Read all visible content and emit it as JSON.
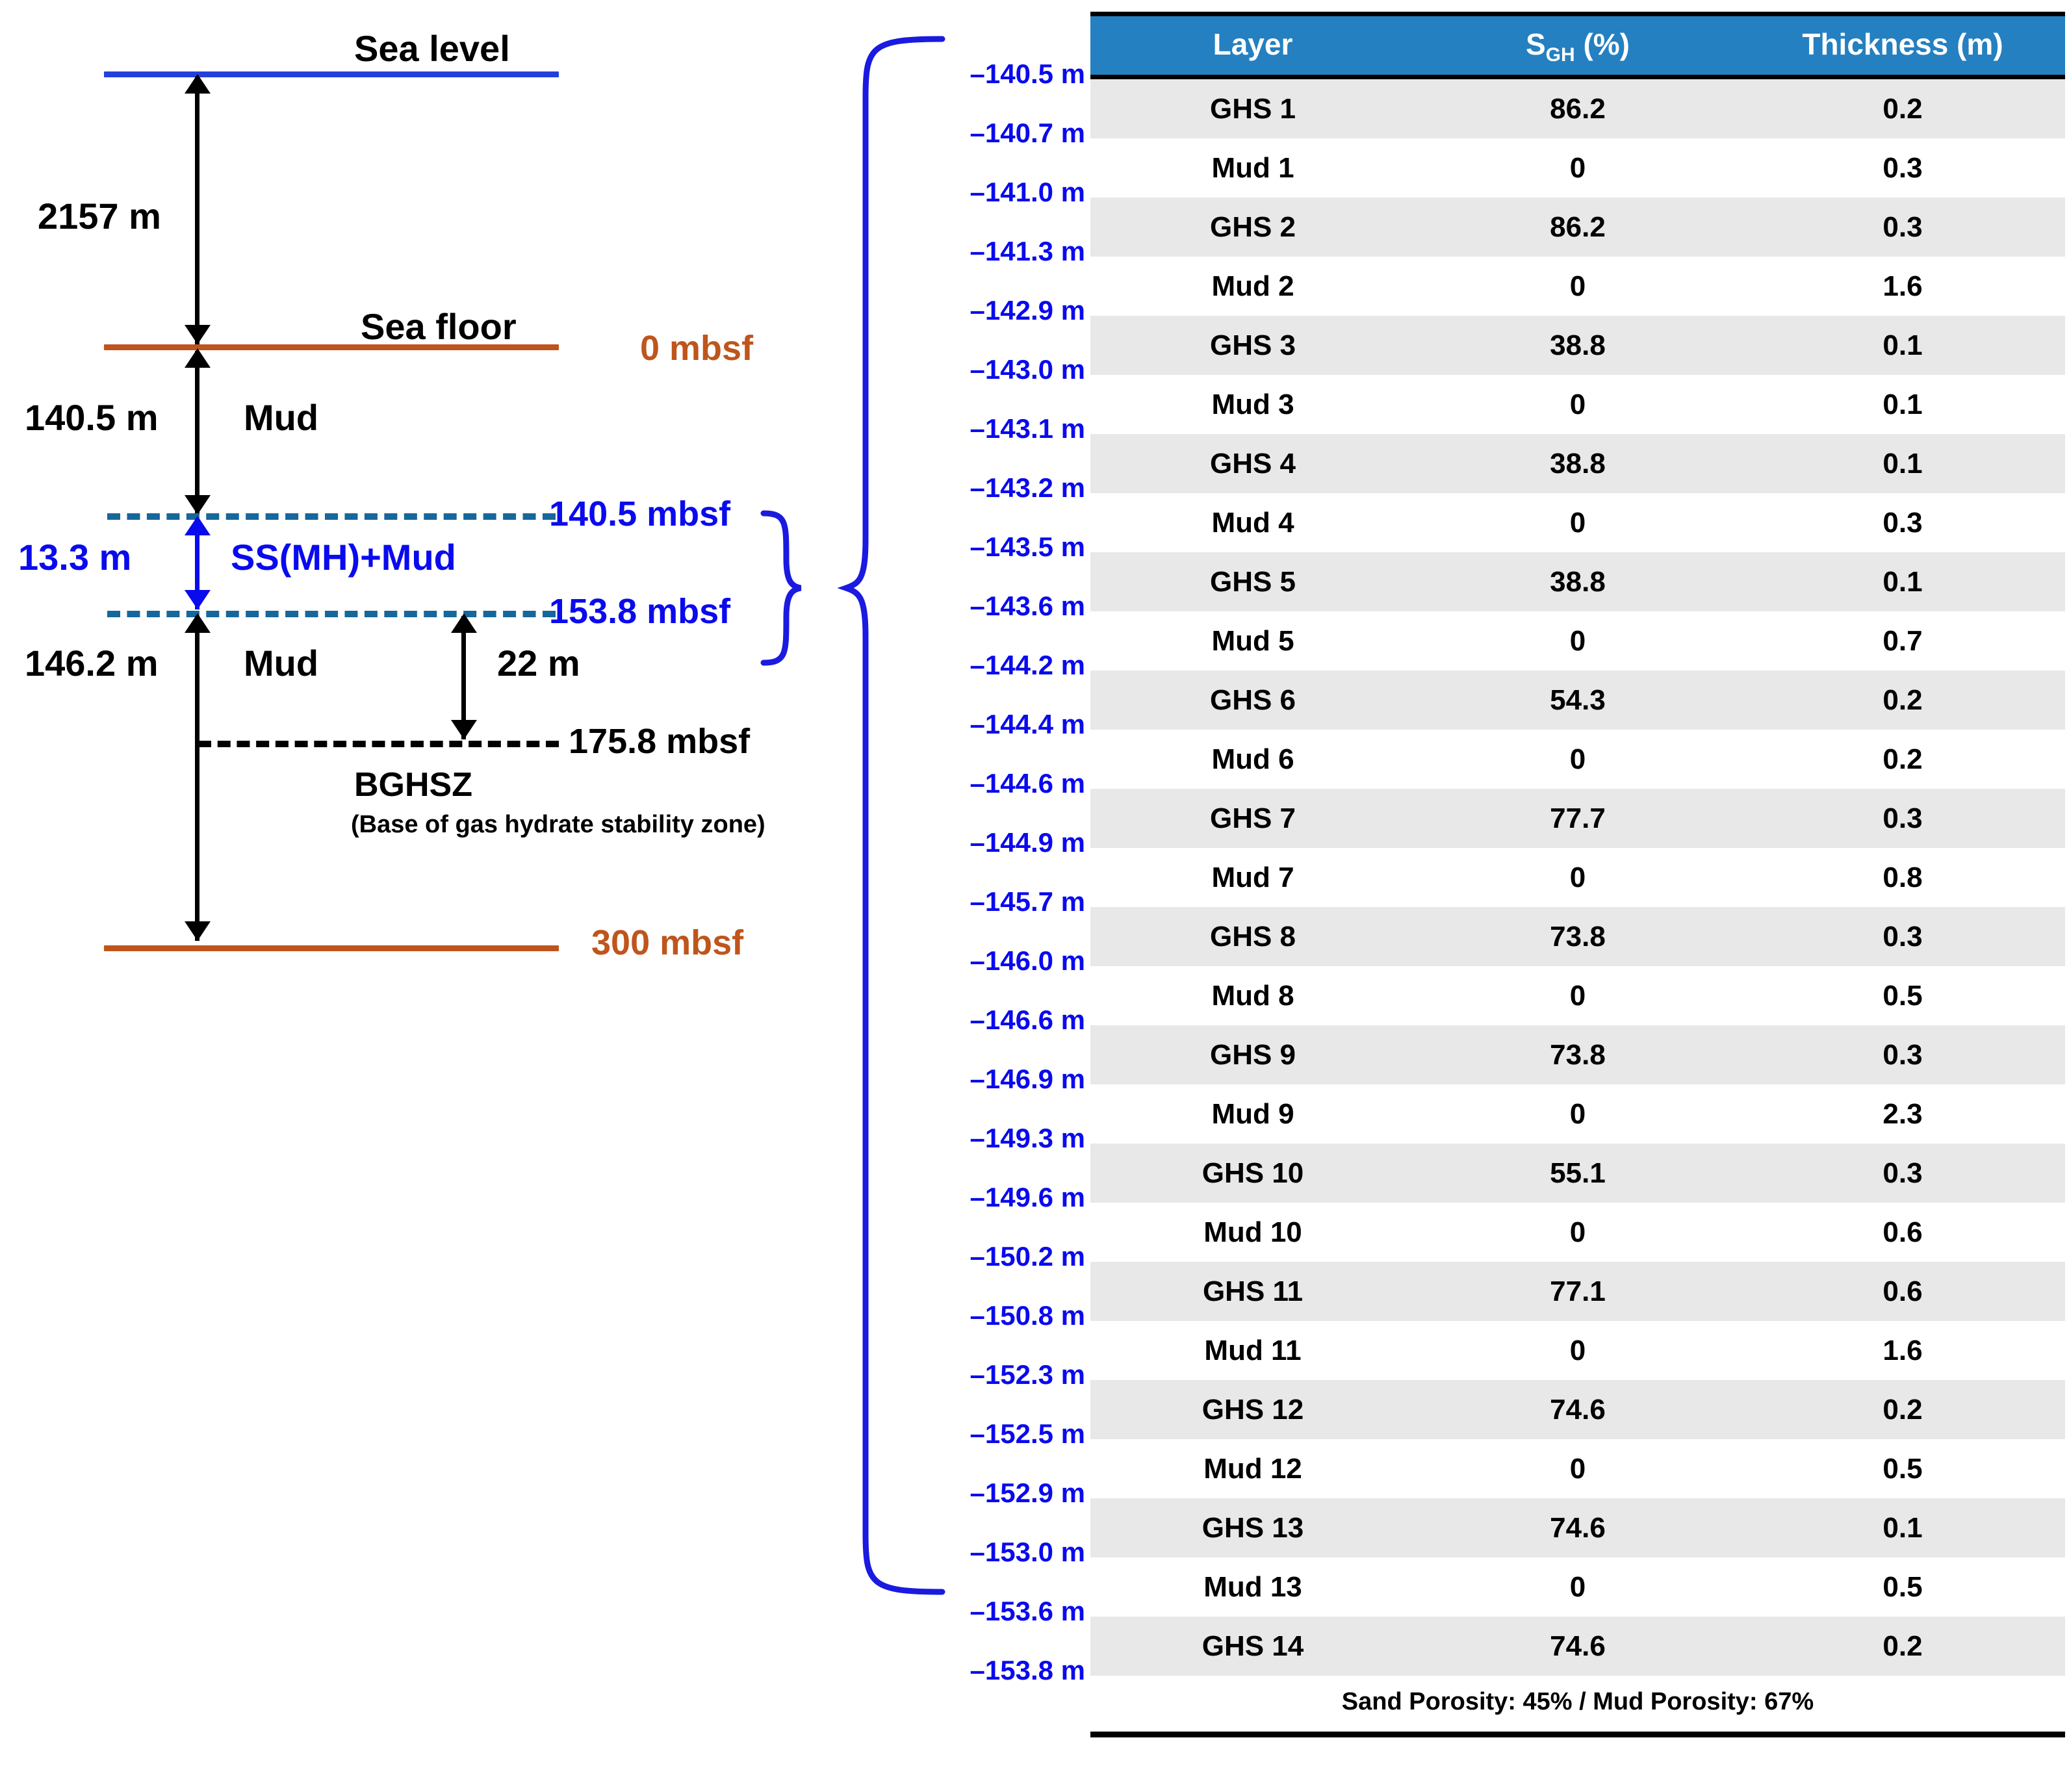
{
  "schematic": {
    "sea_level_label": "Sea level",
    "sea_floor_label": "Sea floor",
    "water_depth": "2157 m",
    "mud_upper_thickness": "140.5 m",
    "mud_upper_label": "Mud",
    "mbsf_0": "0 mbsf",
    "mbsf_140_5": "140.5 mbsf",
    "hydrate_zone_thickness": "13.3 m",
    "hydrate_zone_label": "SS(MH)+Mud",
    "mbsf_153_8": "153.8 mbsf",
    "mud_lower_thickness": "146.2 m",
    "mud_lower_label": "Mud",
    "bghsz_offset": "22 m",
    "mbsf_175_8": "175.8 mbsf",
    "bghsz_label": "BGHSZ",
    "bghsz_sub": "(Base of gas hydrate stability zone)",
    "mbsf_300": "300 mbsf",
    "colors": {
      "sea_level_line": "#2440DC",
      "sea_floor_line": "#BF551C",
      "base_line": "#BF551C",
      "hydrate_dash": "#16679B",
      "bghsz_dash": "#000000",
      "blue_text": "#0A0AEE",
      "brown_text": "#BF551C",
      "brace": "#1A1AE0"
    }
  },
  "depth_labels": [
    "–140.5 m",
    "–140.7 m",
    "–141.0 m",
    "–141.3 m",
    "–142.9 m",
    "–143.0 m",
    "–143.1 m",
    "–143.2 m",
    "–143.5 m",
    "–143.6 m",
    "–144.2 m",
    "–144.4 m",
    "–144.6 m",
    "–144.9 m",
    "–145.7 m",
    "–146.0 m",
    "–146.6 m",
    "–146.9 m",
    "–149.3 m",
    "–149.6 m",
    "–150.2 m",
    "–150.8 m",
    "–152.3 m",
    "–152.5 m",
    "–152.9 m",
    "–153.0 m",
    "–153.6 m",
    "–153.8 m"
  ],
  "table": {
    "headers": [
      "Layer",
      "S",
      "GH",
      " (%)",
      "Thickness (m)"
    ],
    "header_layer": "Layer",
    "header_sgh_main": "S",
    "header_sgh_sub": "GH",
    "header_sgh_tail": " (%)",
    "header_thickness": "Thickness (m)",
    "footnote": "Sand Porosity: 45% / Mud Porosity: 67%",
    "header_color": "#2480C0",
    "shade_color": "#E8E8E8",
    "rows": [
      {
        "layer": "GHS 1",
        "sgh": "86.2",
        "thickness": "0.2",
        "shade": true
      },
      {
        "layer": "Mud 1",
        "sgh": "0",
        "thickness": "0.3",
        "shade": false
      },
      {
        "layer": "GHS 2",
        "sgh": "86.2",
        "thickness": "0.3",
        "shade": true
      },
      {
        "layer": "Mud 2",
        "sgh": "0",
        "thickness": "1.6",
        "shade": false
      },
      {
        "layer": "GHS 3",
        "sgh": "38.8",
        "thickness": "0.1",
        "shade": true
      },
      {
        "layer": "Mud 3",
        "sgh": "0",
        "thickness": "0.1",
        "shade": false
      },
      {
        "layer": "GHS 4",
        "sgh": "38.8",
        "thickness": "0.1",
        "shade": true
      },
      {
        "layer": "Mud 4",
        "sgh": "0",
        "thickness": "0.3",
        "shade": false
      },
      {
        "layer": "GHS 5",
        "sgh": "38.8",
        "thickness": "0.1",
        "shade": true
      },
      {
        "layer": "Mud 5",
        "sgh": "0",
        "thickness": "0.7",
        "shade": false
      },
      {
        "layer": "GHS 6",
        "sgh": "54.3",
        "thickness": "0.2",
        "shade": true
      },
      {
        "layer": "Mud 6",
        "sgh": "0",
        "thickness": "0.2",
        "shade": false
      },
      {
        "layer": "GHS 7",
        "sgh": "77.7",
        "thickness": "0.3",
        "shade": true
      },
      {
        "layer": "Mud 7",
        "sgh": "0",
        "thickness": "0.8",
        "shade": false
      },
      {
        "layer": "GHS 8",
        "sgh": "73.8",
        "thickness": "0.3",
        "shade": true
      },
      {
        "layer": "Mud 8",
        "sgh": "0",
        "thickness": "0.5",
        "shade": false
      },
      {
        "layer": "GHS 9",
        "sgh": "73.8",
        "thickness": "0.3",
        "shade": true
      },
      {
        "layer": "Mud 9",
        "sgh": "0",
        "thickness": "2.3",
        "shade": false
      },
      {
        "layer": "GHS 10",
        "sgh": "55.1",
        "thickness": "0.3",
        "shade": true
      },
      {
        "layer": "Mud 10",
        "sgh": "0",
        "thickness": "0.6",
        "shade": false
      },
      {
        "layer": "GHS 11",
        "sgh": "77.1",
        "thickness": "0.6",
        "shade": true
      },
      {
        "layer": "Mud 11",
        "sgh": "0",
        "thickness": "1.6",
        "shade": false
      },
      {
        "layer": "GHS 12",
        "sgh": "74.6",
        "thickness": "0.2",
        "shade": true
      },
      {
        "layer": "Mud 12",
        "sgh": "0",
        "thickness": "0.5",
        "shade": false
      },
      {
        "layer": "GHS 13",
        "sgh": "74.6",
        "thickness": "0.1",
        "shade": true
      },
      {
        "layer": "Mud 13",
        "sgh": "0",
        "thickness": "0.5",
        "shade": false
      },
      {
        "layer": "GHS 14",
        "sgh": "74.6",
        "thickness": "0.2",
        "shade": true
      }
    ]
  }
}
